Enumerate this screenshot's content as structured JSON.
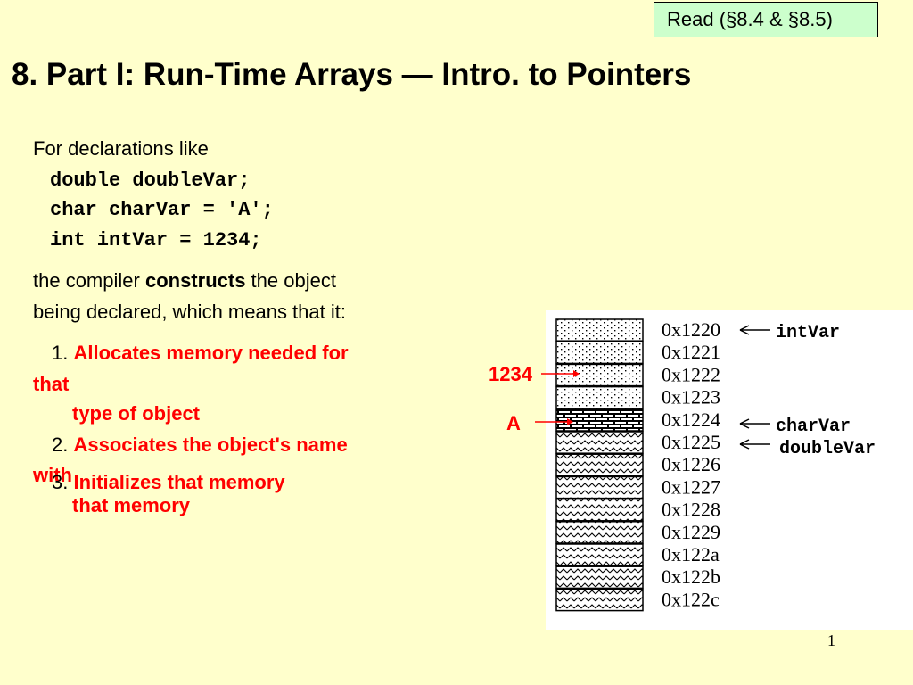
{
  "read_box": "Read (§8.4 & §8.5)",
  "title": "8. Part I: Run-Time Arrays — Intro. to Pointers",
  "intro": "For declarations like",
  "code_lines": [
    "double doubleVar;",
    "char charVar = 'A';",
    "int intVar = 1234;"
  ],
  "compiler_line1_pre": "the compiler ",
  "compiler_line1_bold": "constructs",
  "compiler_line1_post": " the object",
  "compiler_line2": "being declared, which means that it:",
  "steps": [
    {
      "num": "1. ",
      "line1": "Allocates memory needed for",
      "line2": "that",
      "line3": "type  of object"
    },
    {
      "num": "2. ",
      "line1": "Associates the object's name",
      "line2": "with",
      "line3": "that memory"
    },
    {
      "num": "3. ",
      "line1": "Initializes that memory"
    }
  ],
  "memory": {
    "addresses": [
      "0x1220",
      "0x1221",
      "0x1222",
      "0x1223",
      "0x1224",
      "0x1225",
      "0x1226",
      "0x1227",
      "0x1228",
      "0x1229",
      "0x122a",
      "0x122b",
      "0x122c"
    ],
    "labels": {
      "int_var": "intVar",
      "char_var": "charVar",
      "double_var": "doubleVar"
    },
    "value_int": "1234",
    "value_char": "A"
  },
  "page_number": "1",
  "colors": {
    "background": "#ffffcc",
    "accent_red": "#ff0000",
    "read_box": "#ccffcc"
  }
}
